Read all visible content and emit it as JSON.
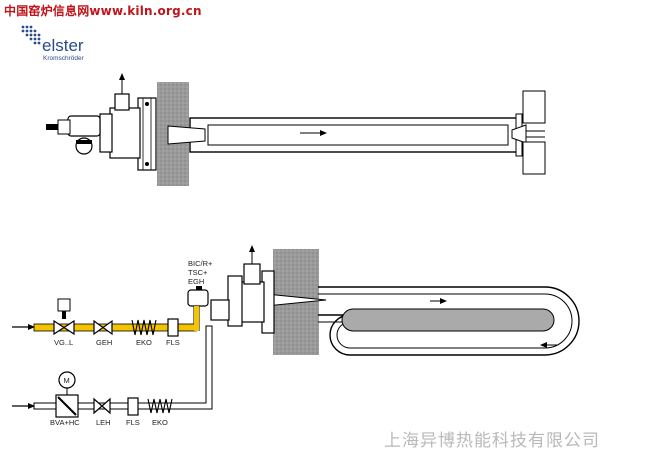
{
  "watermark_top": "中国窑炉信息网www.kiln.org.cn",
  "logo": {
    "name": "elster",
    "subtitle": "Kromschröder"
  },
  "labels": {
    "vgl": "VG..L",
    "geh": "GEH",
    "eko_1": "EKO",
    "fls_1": "FLS",
    "bic": "BIC/R+",
    "tsc": "TSC+",
    "egh": "EGH",
    "bvahc": "BVA+HC",
    "leh": "LEH",
    "fls_2": "FLS",
    "eko_2": "EKO",
    "motor": "M"
  },
  "watermark_bottom": "上海异博热能科技有限公司",
  "colors": {
    "gas_line": "#f5c400",
    "wall": "#8f8f8f",
    "line": "#000000",
    "watermark": "#c0151b"
  }
}
